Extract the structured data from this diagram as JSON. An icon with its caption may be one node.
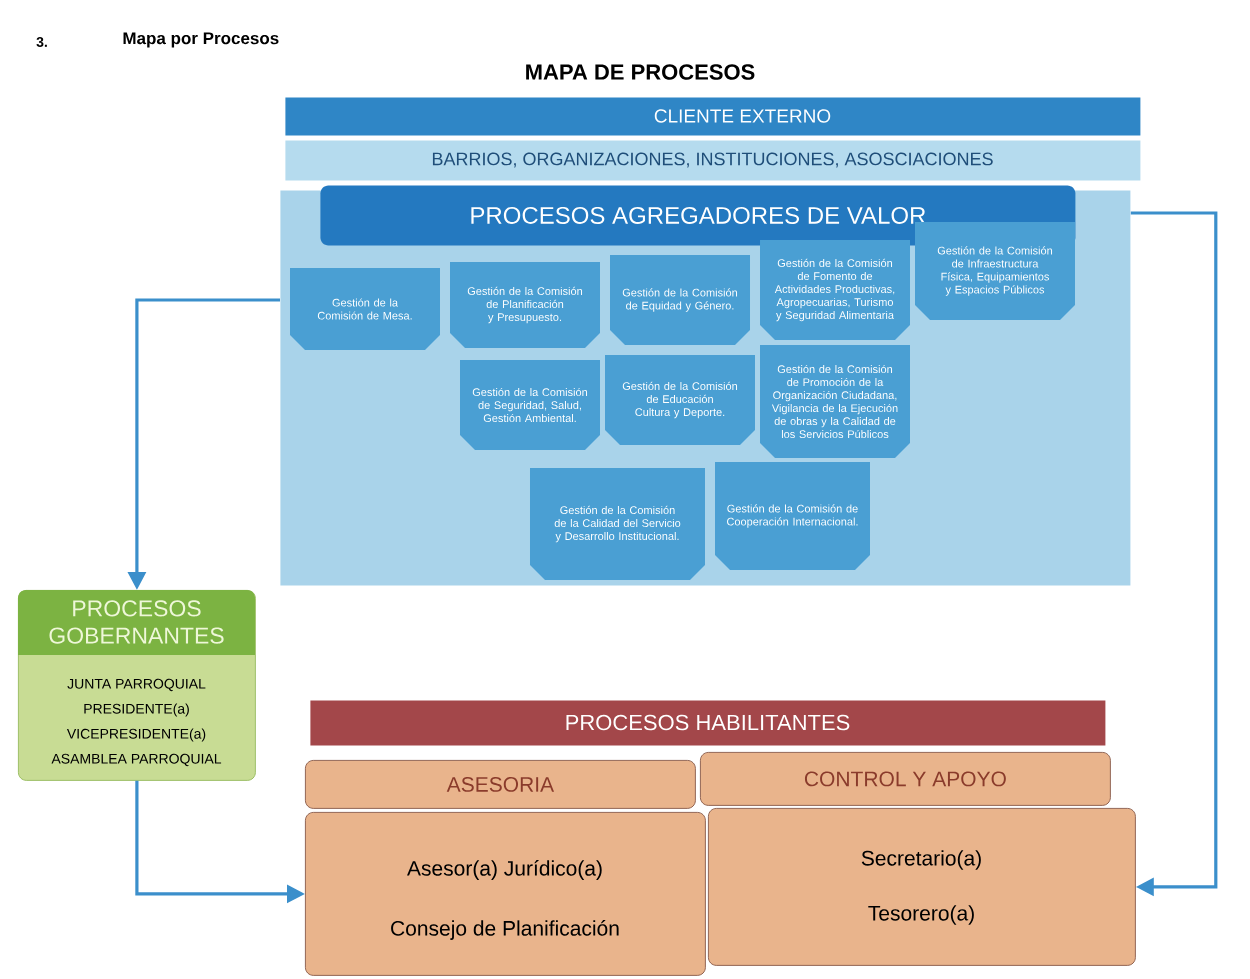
{
  "diagram": {
    "title": "MAPA DE PROCESOS",
    "nodes": [
      {
        "text": [
          "CLIENTE EXTERNO"
        ]
      },
      {
        "text": [
          "BARRIOS, ORGANIZACIONES, INSTITUCIONES, ASOSCIACIONES"
        ]
      },
      {
        "text": [
          "PROCESOS AGREGADORES DE VALOR"
        ]
      },
      {
        "text": [
          "Gestión de la Comisión de Mesa."
        ],
        "in": 2
      },
      {
        "text": [
          "Gestión de la Comisión de Planificación y Presupuesto."
        ],
        "in": 2
      },
      {
        "text": [
          "Gestión de la Comisión de Equidad y Género."
        ],
        "in": 2
      },
      {
        "text": [
          "Gestión de la Comisión de Fomento de Actividades Productivas, Agropecuarias, Turismo y Seguridad Alimentaria"
        ],
        "in": 2
      },
      {
        "text": [
          "Gestión de la Comisión de Infraestructura Física, Equipamientos y Espacios Públicos"
        ],
        "in": 2
      },
      {
        "text": [
          "Gestión de la Comisión de Seguridad, Salud, Gestión Ambiental."
        ],
        "in": 2
      },
      {
        "text": [
          "Gestión de la Comisión de Educación Cultura y Deporte."
        ],
        "in": 2
      },
      {
        "text": [
          "Gestión de la Comisión de Promoción de la Organización Ciudadana, Vigilancia de la Ejecución de obras y la Calidad de los Servicios Públicos"
        ],
        "in": 2
      },
      {
        "text": [
          "Gestión de la Comisión de la Calidad del Servicio y Desarrollo Institucional."
        ],
        "in": 2
      },
      {
        "text": [
          "Gestión de la Comisión de Cooperación Internacional."
        ],
        "in": 2
      },
      {
        "text": [
          "PROCESOS GOBERNANTES",
          "JUNTA PARROQUIAL",
          "PRESIDENTE(a)",
          "VICEPRESIDENTE(a)",
          "ASAMBLEA PARROQUIAL"
        ]
      },
      {
        "text": [
          "PROCESOS HABILITANTES"
        ]
      },
      {
        "text": [
          "ASESORIA"
        ]
      },
      {
        "text": [
          "CONTROL Y APOYO"
        ]
      },
      {
        "text": [
          "Asesor(a) Jurídico(a)",
          "Consejo de Planificación"
        ]
      },
      {
        "text": [
          "Secretario(a)",
          "Tesorero(a)"
        ]
      }
    ],
    "edges": [
      {
        "from": 2,
        "to": 13,
        "arrow": "to"
      },
      {
        "from": 13,
        "to": 17,
        "arrow": "to"
      },
      {
        "from": 2,
        "to": 18,
        "arrow": "to"
      }
    ],
    "labels": [
      "3.",
      "Mapa por Procesos"
    ]
  }
}
